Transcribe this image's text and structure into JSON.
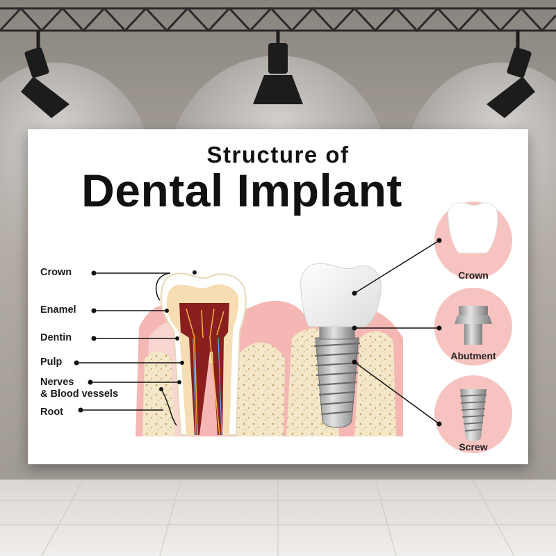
{
  "title": {
    "line1": "Structure of",
    "line2": "Dental Implant"
  },
  "tooth_labels": [
    {
      "key": "crown",
      "text": "Crown"
    },
    {
      "key": "enamel",
      "text": "Enamel"
    },
    {
      "key": "dentin",
      "text": "Dentin"
    },
    {
      "key": "pulp",
      "text": "Pulp"
    },
    {
      "key": "nerves",
      "text": "Nerves"
    },
    {
      "key": "nerves2",
      "text": "& Blood vessels"
    },
    {
      "key": "root",
      "text": "Root"
    }
  ],
  "implant_parts": [
    {
      "key": "crown",
      "text": "Crown"
    },
    {
      "key": "abutment",
      "text": "Abutment"
    },
    {
      "key": "screw",
      "text": "Screw"
    }
  ],
  "colors": {
    "gum": "#f3b5b3",
    "gum_light": "#f9d3d1",
    "bone": "#f3e4c6",
    "pulp": "#8b1e1e",
    "metal": "#a9a9a9",
    "circle": "#f7c3c0"
  }
}
